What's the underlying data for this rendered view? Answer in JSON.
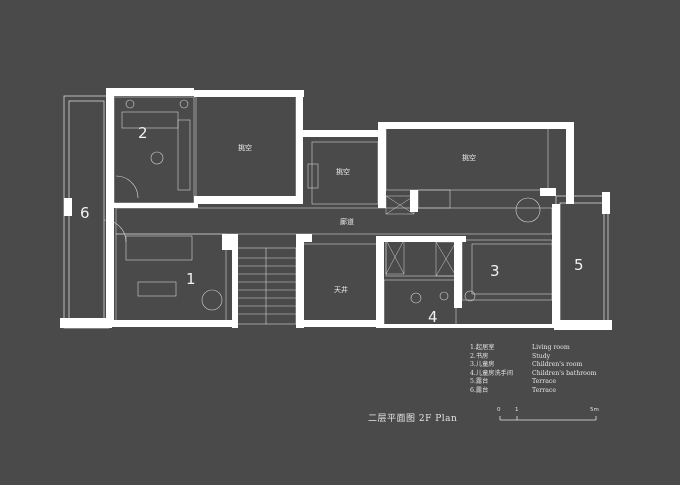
{
  "plan": {
    "room_numbers": [
      "1",
      "2",
      "3",
      "4",
      "5",
      "6"
    ],
    "labels": {
      "void_a": "挑空",
      "void_b": "挑空",
      "void_c": "挑空",
      "corridor": "廊道",
      "light_well": "天井"
    },
    "legend": [
      {
        "zh": "1.起居室",
        "en": "Living room"
      },
      {
        "zh": "2.书房",
        "en": "Study"
      },
      {
        "zh": "3.儿童房",
        "en": "Children's room"
      },
      {
        "zh": "4.儿童房洗手间",
        "en": "Children's bathroom"
      },
      {
        "zh": "5.露台",
        "en": "Terrace"
      },
      {
        "zh": "6.露台",
        "en": "Terrace"
      }
    ],
    "caption": "二层平面图 2F Plan",
    "scale": {
      "zero": "0",
      "one": "1",
      "five": "5m"
    }
  },
  "colors": {
    "background": "#4a4a4a",
    "wall": "#ffffff",
    "line": "#dcdcdc"
  }
}
